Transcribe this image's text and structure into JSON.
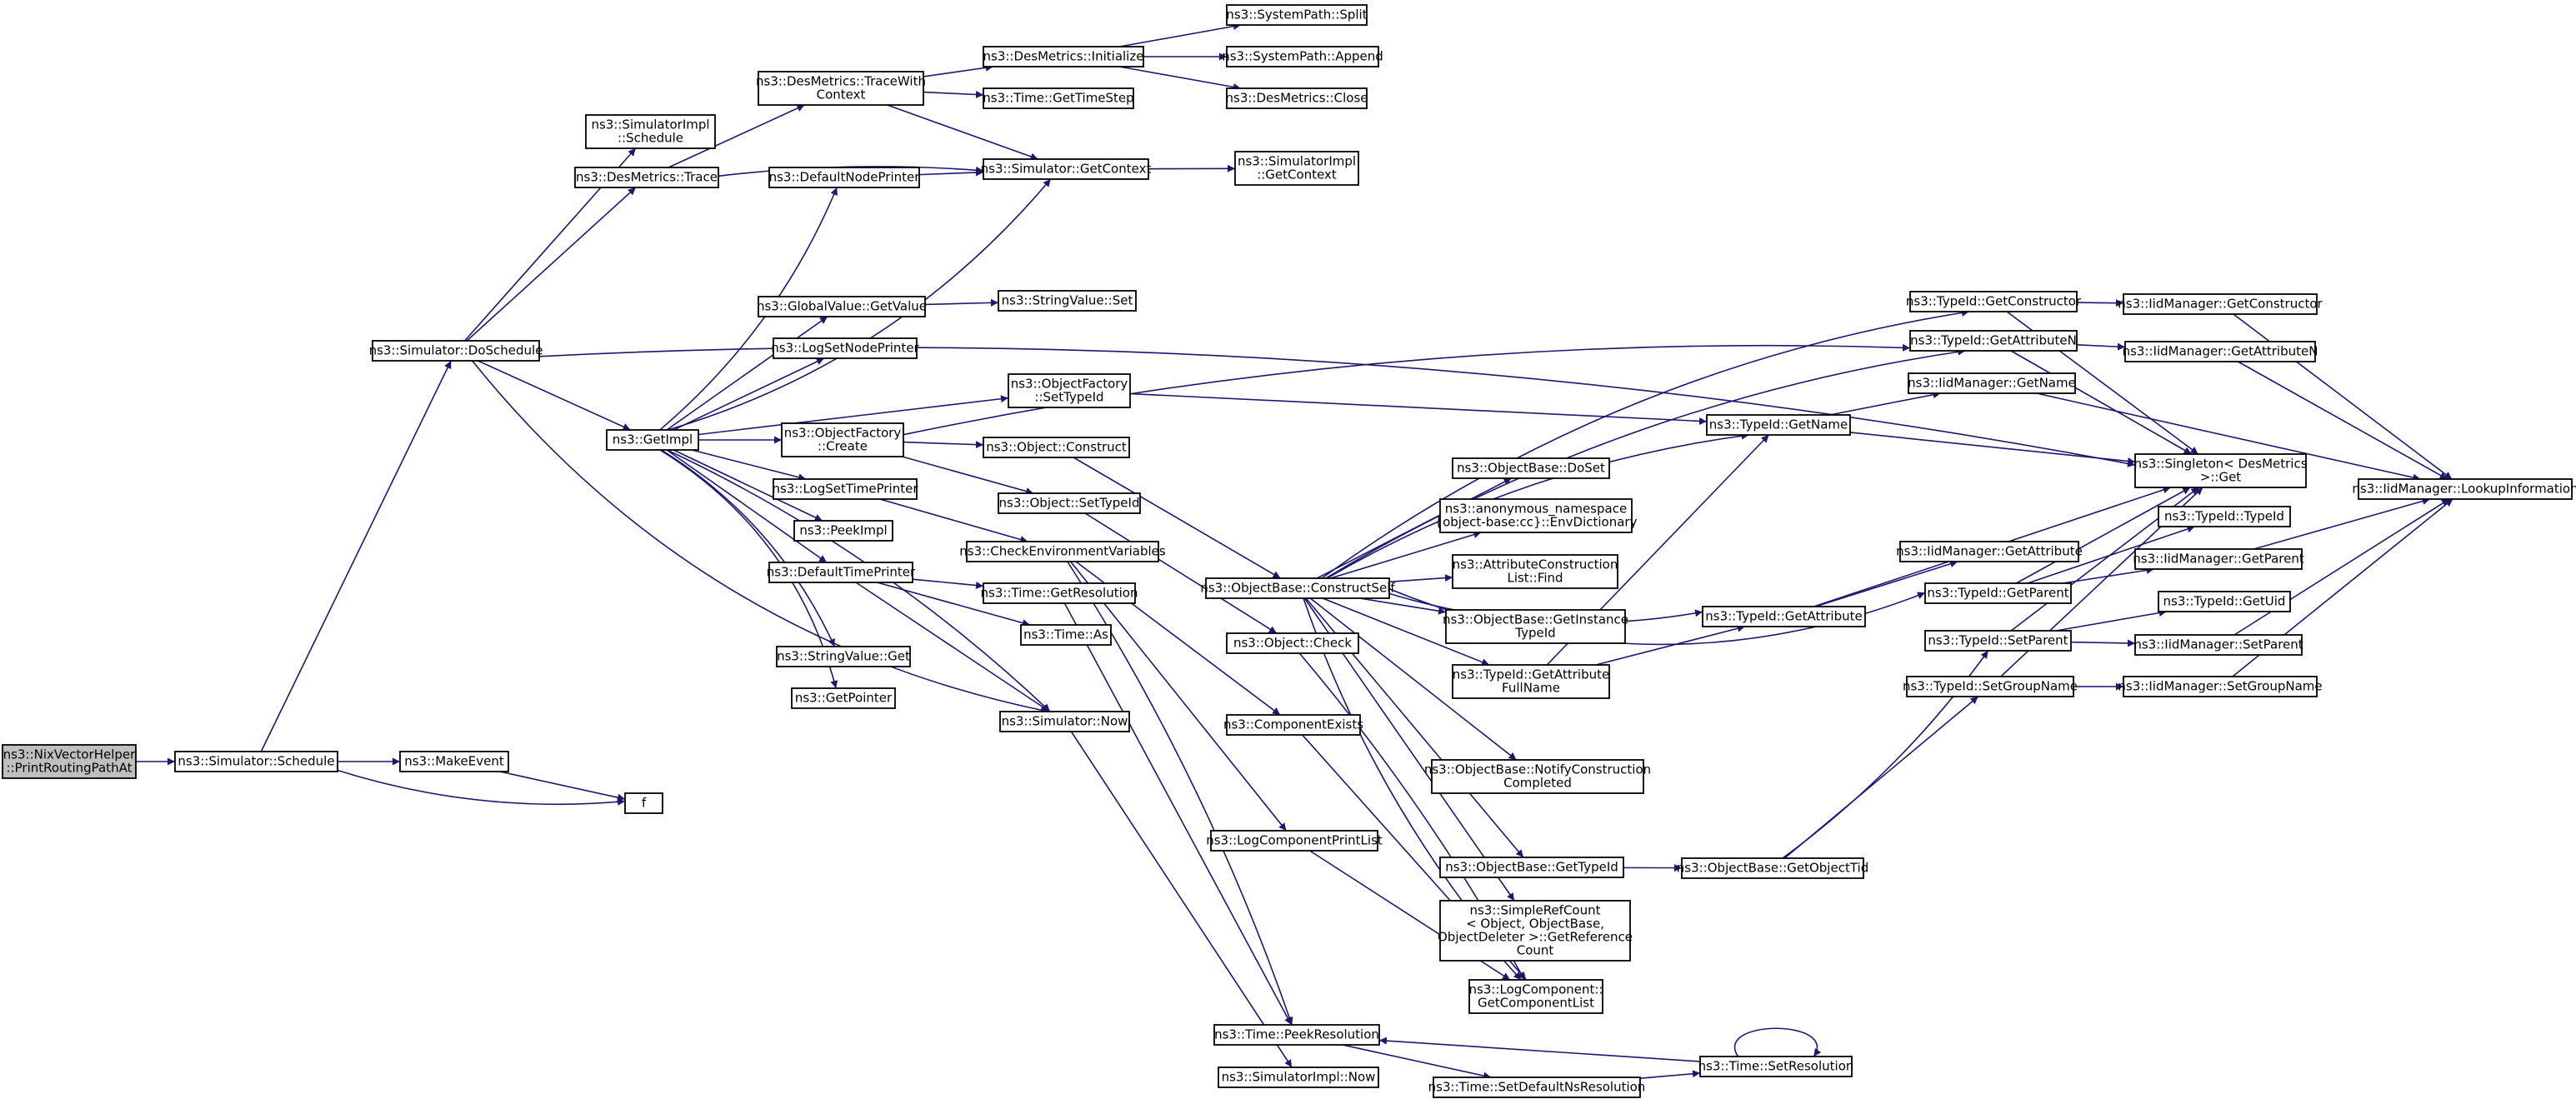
{
  "diagram": {
    "title": "",
    "colors": {
      "edge": "#191970",
      "node_border": "#000000",
      "root_fill": "#bfbfbf",
      "node_fill": "#ffffff"
    },
    "nodes": [
      {
        "id": "root",
        "lines": [
          "ns3::NixVectorHelper",
          "::PrintRoutingPathAt"
        ]
      },
      {
        "id": "schedule",
        "lines": [
          "ns3::Simulator::Schedule"
        ]
      },
      {
        "id": "makeevent",
        "lines": [
          "ns3::MakeEvent"
        ]
      },
      {
        "id": "f",
        "lines": [
          "f"
        ]
      },
      {
        "id": "doschedule",
        "lines": [
          "ns3::Simulator::DoSchedule"
        ]
      },
      {
        "id": "simimplschedule",
        "lines": [
          "ns3::SimulatorImpl",
          "::Schedule"
        ]
      },
      {
        "id": "desmtrace",
        "lines": [
          "ns3::DesMetrics::Trace"
        ]
      },
      {
        "id": "getimpl",
        "lines": [
          "ns3::GetImpl"
        ]
      },
      {
        "id": "desmtracewc",
        "lines": [
          "ns3::DesMetrics::TraceWith",
          "Context"
        ]
      },
      {
        "id": "desminit",
        "lines": [
          "ns3::DesMetrics::Initialize"
        ]
      },
      {
        "id": "syspathsplit",
        "lines": [
          "ns3::SystemPath::Split"
        ]
      },
      {
        "id": "syspathappend",
        "lines": [
          "ns3::SystemPath::Append"
        ]
      },
      {
        "id": "desmclose",
        "lines": [
          "ns3::DesMetrics::Close"
        ]
      },
      {
        "id": "gettimestep",
        "lines": [
          "ns3::Time::GetTimeStep"
        ]
      },
      {
        "id": "simgetcontext",
        "lines": [
          "ns3::Simulator::GetContext"
        ]
      },
      {
        "id": "simimplgetcontext",
        "lines": [
          "ns3::SimulatorImpl",
          "::GetContext"
        ]
      },
      {
        "id": "defnodeprinter",
        "lines": [
          "ns3::DefaultNodePrinter"
        ]
      },
      {
        "id": "gvgetvalue",
        "lines": [
          "ns3::GlobalValue::GetValue"
        ]
      },
      {
        "id": "strvalset",
        "lines": [
          "ns3::StringValue::Set"
        ]
      },
      {
        "id": "logsetnodeprinter",
        "lines": [
          "ns3::LogSetNodePrinter"
        ]
      },
      {
        "id": "objfactsettypeid",
        "lines": [
          "ns3::ObjectFactory",
          "::SetTypeId"
        ]
      },
      {
        "id": "objfactcreate",
        "lines": [
          "ns3::ObjectFactory",
          "::Create"
        ]
      },
      {
        "id": "objconstruct",
        "lines": [
          "ns3::Object::Construct"
        ]
      },
      {
        "id": "objsettypeid",
        "lines": [
          "ns3::Object::SetTypeId"
        ]
      },
      {
        "id": "logsettimeprinter",
        "lines": [
          "ns3::LogSetTimePrinter"
        ]
      },
      {
        "id": "peekimpl",
        "lines": [
          "ns3::PeekImpl"
        ]
      },
      {
        "id": "checkenv",
        "lines": [
          "ns3::CheckEnvironmentVariables"
        ]
      },
      {
        "id": "deftimeprinter",
        "lines": [
          "ns3::DefaultTimePrinter"
        ]
      },
      {
        "id": "timegetres",
        "lines": [
          "ns3::Time::GetResolution"
        ]
      },
      {
        "id": "timeas",
        "lines": [
          "ns3::Time::As"
        ]
      },
      {
        "id": "strvalget",
        "lines": [
          "ns3::StringValue::Get"
        ]
      },
      {
        "id": "getpointer",
        "lines": [
          "ns3::GetPointer"
        ]
      },
      {
        "id": "simnow",
        "lines": [
          "ns3::Simulator::Now"
        ]
      },
      {
        "id": "objbaseconstructself",
        "lines": [
          "ns3::ObjectBase::ConstructSelf"
        ]
      },
      {
        "id": "objcheck",
        "lines": [
          "ns3::Object::Check"
        ]
      },
      {
        "id": "compexists",
        "lines": [
          "ns3::ComponentExists"
        ]
      },
      {
        "id": "logcompprintlist",
        "lines": [
          "ns3::LogComponentPrintList"
        ]
      },
      {
        "id": "timepeekres",
        "lines": [
          "ns3::Time::PeekResolution"
        ]
      },
      {
        "id": "simimplnow",
        "lines": [
          "ns3::SimulatorImpl::Now"
        ]
      },
      {
        "id": "timesetdefns",
        "lines": [
          "ns3::Time::SetDefaultNsResolution"
        ]
      },
      {
        "id": "timesetres",
        "lines": [
          "ns3::Time::SetResolution"
        ]
      },
      {
        "id": "objbasedoset",
        "lines": [
          "ns3::ObjectBase::DoSet"
        ]
      },
      {
        "id": "envdict",
        "lines": [
          "ns3::anonymous_namespace",
          "{object-base:cc}::EnvDictionary"
        ]
      },
      {
        "id": "attrconstfind",
        "lines": [
          "ns3::AttributeConstruction",
          "List::Find"
        ]
      },
      {
        "id": "objbasegetinst",
        "lines": [
          "ns3::ObjectBase::GetInstance",
          "TypeId"
        ]
      },
      {
        "id": "tidgetattrfull",
        "lines": [
          "ns3::TypeId::GetAttribute",
          "FullName"
        ]
      },
      {
        "id": "objbasenotify",
        "lines": [
          "ns3::ObjectBase::NotifyConstruction",
          "Completed"
        ]
      },
      {
        "id": "objbasegettypeid",
        "lines": [
          "ns3::ObjectBase::GetTypeId"
        ]
      },
      {
        "id": "simplerefcount",
        "lines": [
          "ns3::SimpleRefCount",
          "< Object, ObjectBase,",
          "ObjectDeleter >::GetReference",
          "Count"
        ]
      },
      {
        "id": "logcompgetlist",
        "lines": [
          "ns3::LogComponent::",
          "GetComponentList"
        ]
      },
      {
        "id": "tidgetname",
        "lines": [
          "ns3::TypeId::GetName"
        ]
      },
      {
        "id": "tidgetattribute",
        "lines": [
          "ns3::TypeId::GetAttribute"
        ]
      },
      {
        "id": "objbasegetobjtid",
        "lines": [
          "ns3::ObjectBase::GetObjectTid"
        ]
      },
      {
        "id": "tidgetconstructor",
        "lines": [
          "ns3::TypeId::GetConstructor"
        ]
      },
      {
        "id": "tidgetattrn",
        "lines": [
          "ns3::TypeId::GetAttributeN"
        ]
      },
      {
        "id": "iidgetname",
        "lines": [
          "ns3::IidManager::GetName"
        ]
      },
      {
        "id": "iidgetattribute",
        "lines": [
          "ns3::IidManager::GetAttribute"
        ]
      },
      {
        "id": "tidgetparent",
        "lines": [
          "ns3::TypeId::GetParent"
        ]
      },
      {
        "id": "tidsetparent",
        "lines": [
          "ns3::TypeId::SetParent"
        ]
      },
      {
        "id": "tidsetgroupname",
        "lines": [
          "ns3::TypeId::SetGroupName"
        ]
      },
      {
        "id": "singletonget",
        "lines": [
          "ns3::Singleton< DesMetrics",
          " >::Get"
        ]
      },
      {
        "id": "iidgetconstructor",
        "lines": [
          "ns3::IidManager::GetConstructor"
        ]
      },
      {
        "id": "iidgetattrn",
        "lines": [
          "ns3::IidManager::GetAttributeN"
        ]
      },
      {
        "id": "tidtypeid",
        "lines": [
          "ns3::TypeId::TypeId"
        ]
      },
      {
        "id": "iidgetparent",
        "lines": [
          "ns3::IidManager::GetParent"
        ]
      },
      {
        "id": "tidgetuid",
        "lines": [
          "ns3::TypeId::GetUid"
        ]
      },
      {
        "id": "iidsetparent",
        "lines": [
          "ns3::IidManager::SetParent"
        ]
      },
      {
        "id": "iidsetgroupname",
        "lines": [
          "ns3::IidManager::SetGroupName"
        ]
      },
      {
        "id": "iidlookup",
        "lines": [
          "ns3::IidManager::LookupInformation"
        ]
      }
    ]
  }
}
